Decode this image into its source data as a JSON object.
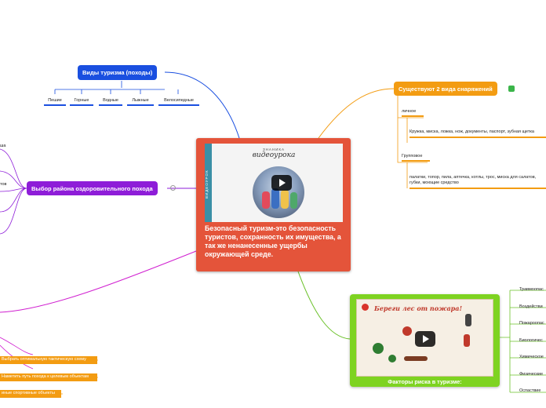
{
  "colors": {
    "center": "#e4543a",
    "blue": "#1a4fe0",
    "purple": "#8e1dd8",
    "orange": "#f39c12",
    "green": "#6bc12a",
    "magenta": "#d01fd0"
  },
  "center": {
    "text": "Безопасный туризм-это безопасность туристов, сохранность их имущества, а так же ненанесенные ущербы окружающей среде.",
    "video_brand_top": "ЗНАНИКА",
    "video_brand": "видеоурока",
    "video_strip": "ВИДЕОУРОК"
  },
  "types": {
    "title": "Виды туризма (походы)",
    "items": [
      "Пешие",
      "Горные",
      "Водные",
      "Лыжные",
      "Велосипедные"
    ]
  },
  "equipment": {
    "title": "Существуют 2 вида снаряжений",
    "personal": "личное",
    "personal_detail": "Кружка, миска, ложка, нож, документы, паспорт, зубная щетка",
    "group": "Групповое",
    "group_detail": "палатки, топор, пила, аптечка, котлы, трос, миска для салатов, губки, моющие средство"
  },
  "district": {
    "title": "Выбор района оздоровительного похода",
    "cut_labels": [
      "ша",
      "тов"
    ]
  },
  "risk": {
    "title": "Факторы риска в туризме:",
    "video_caption": "Береги лес от пожара!",
    "items": [
      "Травмоопас",
      "Воздействи",
      "Пожароопас",
      "Биологичес",
      "Химическое",
      "Физические",
      "Оспаствие"
    ]
  },
  "tactics": {
    "items": [
      "Выбрать оптимальную тактическую схему",
      "Наметить путь похода к целевым объектам",
      "иные спортивные объекты"
    ]
  }
}
